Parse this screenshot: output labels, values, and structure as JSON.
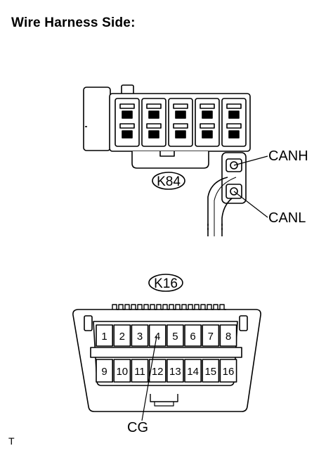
{
  "title": "Wire Harness Side:",
  "k84": {
    "id": "K84",
    "pin_labels": {
      "canh": "CANH",
      "canl": "CANL"
    }
  },
  "k16": {
    "id": "K16",
    "pins_top": [
      "1",
      "2",
      "3",
      "4",
      "5",
      "6",
      "7",
      "8"
    ],
    "pins_bottom": [
      "9",
      "10",
      "11",
      "12",
      "13",
      "14",
      "15",
      "16"
    ],
    "callout": "CG"
  },
  "footer": "T"
}
